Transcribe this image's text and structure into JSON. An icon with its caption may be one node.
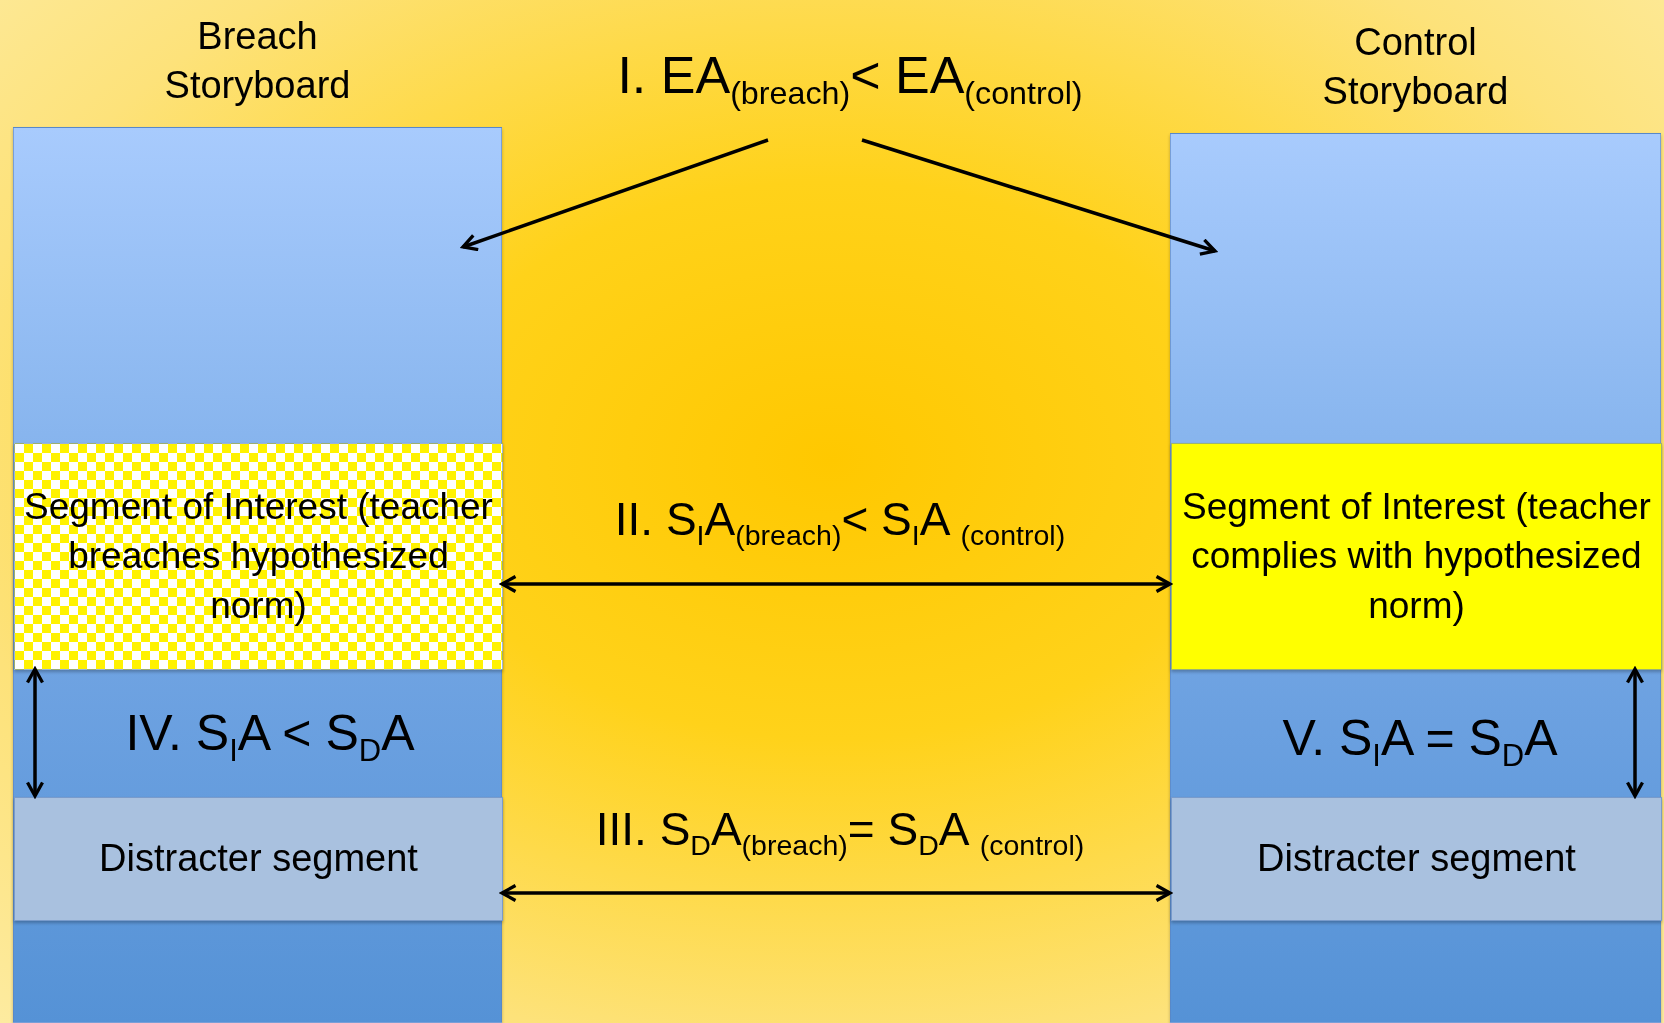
{
  "diagram": {
    "nodes": [
      {
        "text": [
          "Breach Storyboard"
        ]
      },
      {
        "text": [
          "Segment of Interest (teacher breaches hypothesized norm)"
        ],
        "in": 0
      },
      {
        "text": [
          "Distracter segment"
        ],
        "in": 0
      },
      {
        "text": [
          "Control Storyboard"
        ]
      },
      {
        "text": [
          "Segment of Interest (teacher complies with hypothesized norm)"
        ],
        "in": 3
      },
      {
        "text": [
          "Distracter segment"
        ],
        "in": 3
      },
      {
        "text": [
          "I. EA$_{(breach)}$< EA$_{(control)}$"
        ]
      }
    ],
    "edges": [
      {
        "from": 6,
        "to": 0,
        "arrow": "to"
      },
      {
        "from": 6,
        "to": 3,
        "arrow": "to"
      },
      {
        "from": 1,
        "to": 4,
        "arrow": "both",
        "label": "II. S$_{I}$A$_{(breach)}$< S$_{I}$A $_{(control)}$"
      },
      {
        "from": 2,
        "to": 5,
        "arrow": "both",
        "label": "III. S$_{D}$A$_{(breach)}$= S$_{D}$A $_{(control)}$"
      },
      {
        "from": 1,
        "to": 2,
        "arrow": "both"
      },
      {
        "from": 4,
        "to": 5,
        "arrow": "both"
      }
    ],
    "labels": [
      "IV. S$_{I}$A < S$_{D}$A",
      "V. S$_{I}$A = S$_{D}$A"
    ]
  }
}
